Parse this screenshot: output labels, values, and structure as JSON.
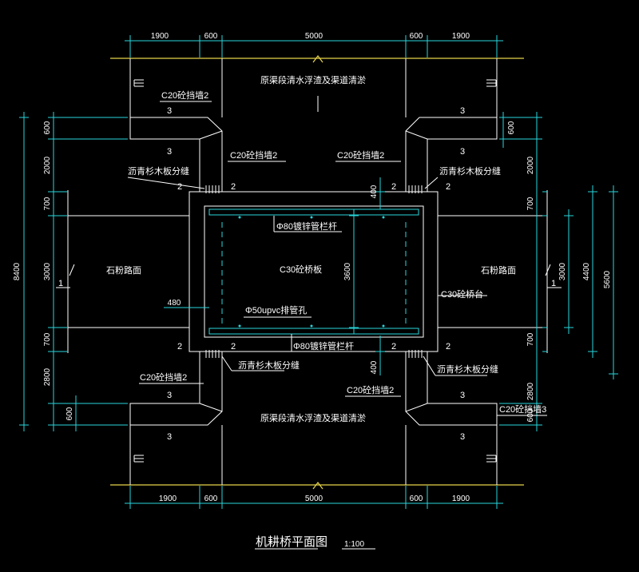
{
  "drawing": {
    "title": "机耕桥平面图",
    "scale": "1:100",
    "colors": {
      "background": "#000000",
      "lines": "#ffffff",
      "dimensions": "#27d6dc",
      "channel_edge": "#e6d44a"
    }
  },
  "dims": {
    "top": [
      "1900",
      "600",
      "5000",
      "600",
      "1900"
    ],
    "bottom": [
      "1900",
      "600",
      "5000",
      "600",
      "1900"
    ],
    "left_outer": "8400",
    "left": [
      "600",
      "2000",
      "700",
      "3000",
      "700",
      "2800",
      "600"
    ],
    "right": [
      "600",
      "2000",
      "700",
      "3000",
      "700",
      "2800",
      "600"
    ],
    "right_mid": "4400",
    "right_outer": "5600",
    "deck_width": "3600",
    "rail_offset_top": "400",
    "rail_offset_bottom": "400",
    "hole_offset": "480"
  },
  "labels": {
    "channel_top": "原渠段清水浮渣及渠道清淤",
    "channel_bottom": "原渠段清水浮渣及渠道清淤",
    "wall_tl": "C20砼挡墙2",
    "wall_tm": "C20砼挡墙2",
    "wall_tr": "C20砼挡墙2",
    "wall_bl": "C20砼挡墙2",
    "wall_bm": "C20砼挡墙2",
    "wall_br": "C20砼挡墙3",
    "joint_tl": "沥青杉木板分缝",
    "joint_tr": "沥青杉木板分缝",
    "joint_bl": "沥青杉木板分缝",
    "joint_br": "沥青杉木板分缝",
    "rail_top": "Φ80镀锌管栏杆",
    "rail_bottom": "Φ80镀锌管栏杆",
    "deck": "C30砼桥板",
    "drain_hole": "Φ50upvc排管孔",
    "abutment": "C30砼桥台",
    "road_left": "石粉路面",
    "road_right": "石粉路面",
    "section_mark": "1",
    "mark_2": "2",
    "mark_3": "3"
  }
}
